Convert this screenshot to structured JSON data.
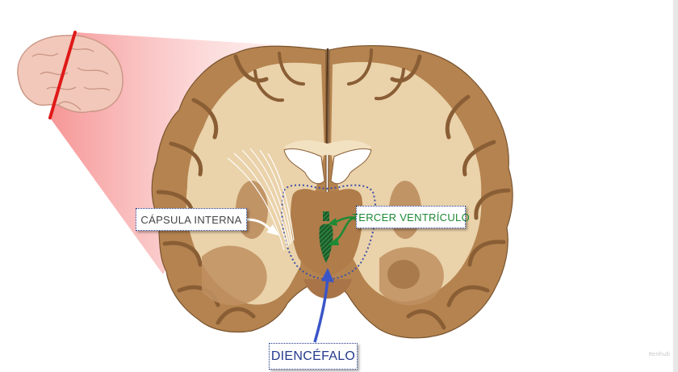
{
  "labels": {
    "capsula_interna": "CÁPSULA INTERNA",
    "tercer_ventriculo": "TERCER VENTRÍCULO",
    "diencefalo": "DIENCÉFALO"
  },
  "watermark": "Kenhub",
  "colors": {
    "cut_plane": "#e01818",
    "projection": "#f7a0a0",
    "diencephalon_outline": "#3b4fa8",
    "ventricle_arrow": "#1e8a34",
    "dienc_arrow": "#3a55c8",
    "tissue": "#b88758",
    "white_matter": "#ecd7b3"
  }
}
